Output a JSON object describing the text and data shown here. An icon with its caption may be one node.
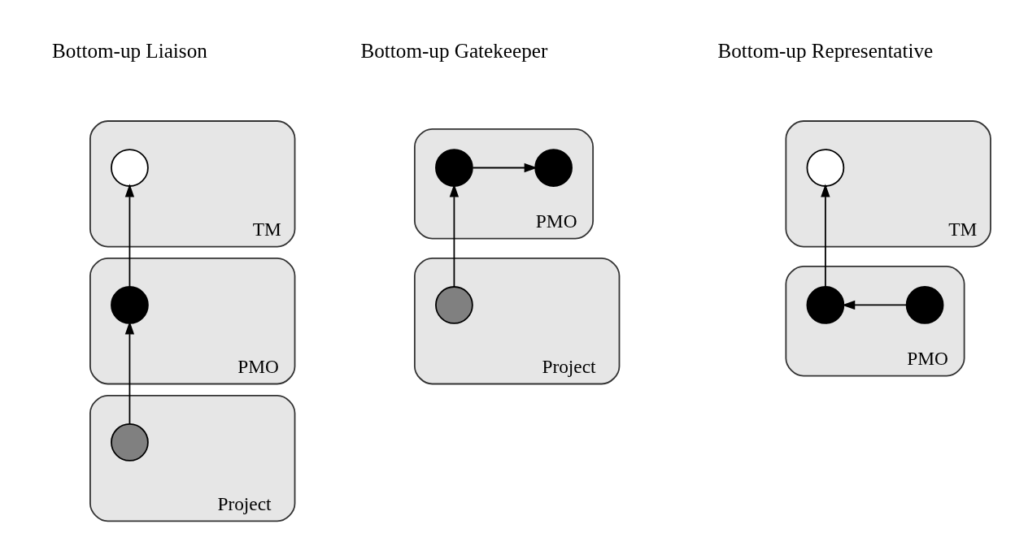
{
  "diagram": {
    "nodes": [
      {
        "text": [
          "TM"
        ]
      },
      {
        "text": [],
        "shape": "circle",
        "in": 0
      },
      {
        "text": [
          "PMO"
        ]
      },
      {
        "text": [],
        "shape": "circle",
        "in": 2
      },
      {
        "text": [
          "Project"
        ]
      },
      {
        "text": [],
        "shape": "circle",
        "in": 4
      },
      {
        "text": [
          "PMO"
        ]
      },
      {
        "text": [],
        "shape": "circle",
        "in": 6
      },
      {
        "text": [],
        "shape": "circle",
        "in": 6
      },
      {
        "text": [
          "Project"
        ]
      },
      {
        "text": [],
        "shape": "circle",
        "in": 9
      },
      {
        "text": [
          "TM"
        ]
      },
      {
        "text": [],
        "shape": "circle",
        "in": 11
      },
      {
        "text": [
          "PMO"
        ]
      },
      {
        "text": [],
        "shape": "circle",
        "in": 13
      },
      {
        "text": [],
        "shape": "circle",
        "in": 13
      }
    ],
    "edges": [
      {
        "from": 5,
        "to": 3,
        "arrow": "to"
      },
      {
        "from": 3,
        "to": 1,
        "arrow": "to"
      },
      {
        "from": 10,
        "to": 7,
        "arrow": "to"
      },
      {
        "from": 7,
        "to": 8,
        "arrow": "to"
      },
      {
        "from": 14,
        "to": 12,
        "arrow": "to"
      },
      {
        "from": 15,
        "to": 14,
        "arrow": "to"
      }
    ],
    "labels": [
      "Bottom-up Liaison",
      "Bottom-up Gatekeeper",
      "Bottom-up Representative"
    ]
  }
}
